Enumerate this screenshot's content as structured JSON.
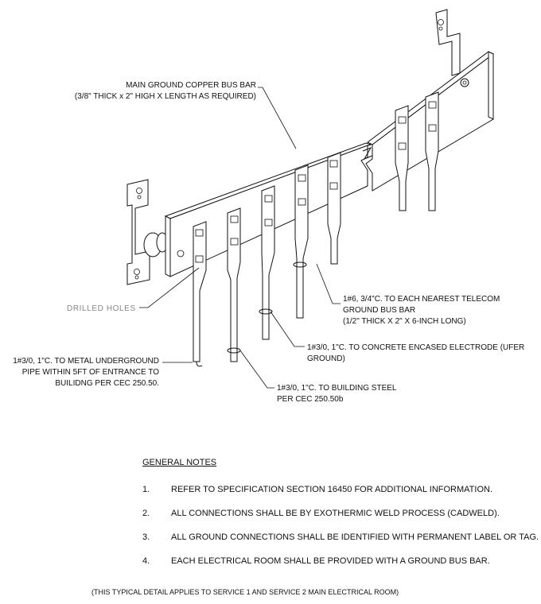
{
  "labels": {
    "bus_bar_line1": "MAIN GROUND COPPER BUS BAR",
    "bus_bar_line2": "(3/8\" THICK x 2\" HIGH X LENGTH AS REQUIRED)",
    "drilled_holes": "DRILLED HOLES",
    "telecom_line1": "1#6, 3/4\"C. TO EACH NEAREST TELECOM",
    "telecom_line2": "GROUND BUS BAR",
    "telecom_line3": "(1/2\" THICK X 2\" X 6-INCH LONG)",
    "ufer_line1": "1#3/0, 1\"C. TO CONCRETE ENCASED ELECTRODE (UFER",
    "ufer_line2": "GROUND)",
    "steel_line1": "1#3/0, 1\"C. TO BUILDING STEEL",
    "steel_line2": "PER CEC 250.50b",
    "pipe_line1": "1#3/0, 1\"C. TO METAL UNDERGROUND",
    "pipe_line2": "PIPE WITHIN 5FT OF ENTRANCE TO",
    "pipe_line3": "BUILIDNG PER CEC 250.50."
  },
  "general_notes": {
    "title": "GENERAL NOTES",
    "items": [
      {
        "num": "1.",
        "text": "REFER TO SPECIFICATION SECTION 16450 FOR ADDITIONAL INFORMATION."
      },
      {
        "num": "2.",
        "text": "ALL CONNECTIONS SHALL BE BY EXOTHERMIC WELD PROCESS (CADWELD)."
      },
      {
        "num": "3.",
        "text": "ALL GROUND CONNECTIONS SHALL BE IDENTIFIED WITH PERMANENT LABEL OR TAG."
      },
      {
        "num": "4.",
        "text": "EACH ELECTRICAL ROOM SHALL BE PROVIDED WITH A GROUND BUS BAR."
      }
    ]
  },
  "footer": "(THIS TYPICAL DETAIL APPLIES TO SERVICE 1 AND SERVICE 2 MAIN ELECTRICAL ROOM)"
}
